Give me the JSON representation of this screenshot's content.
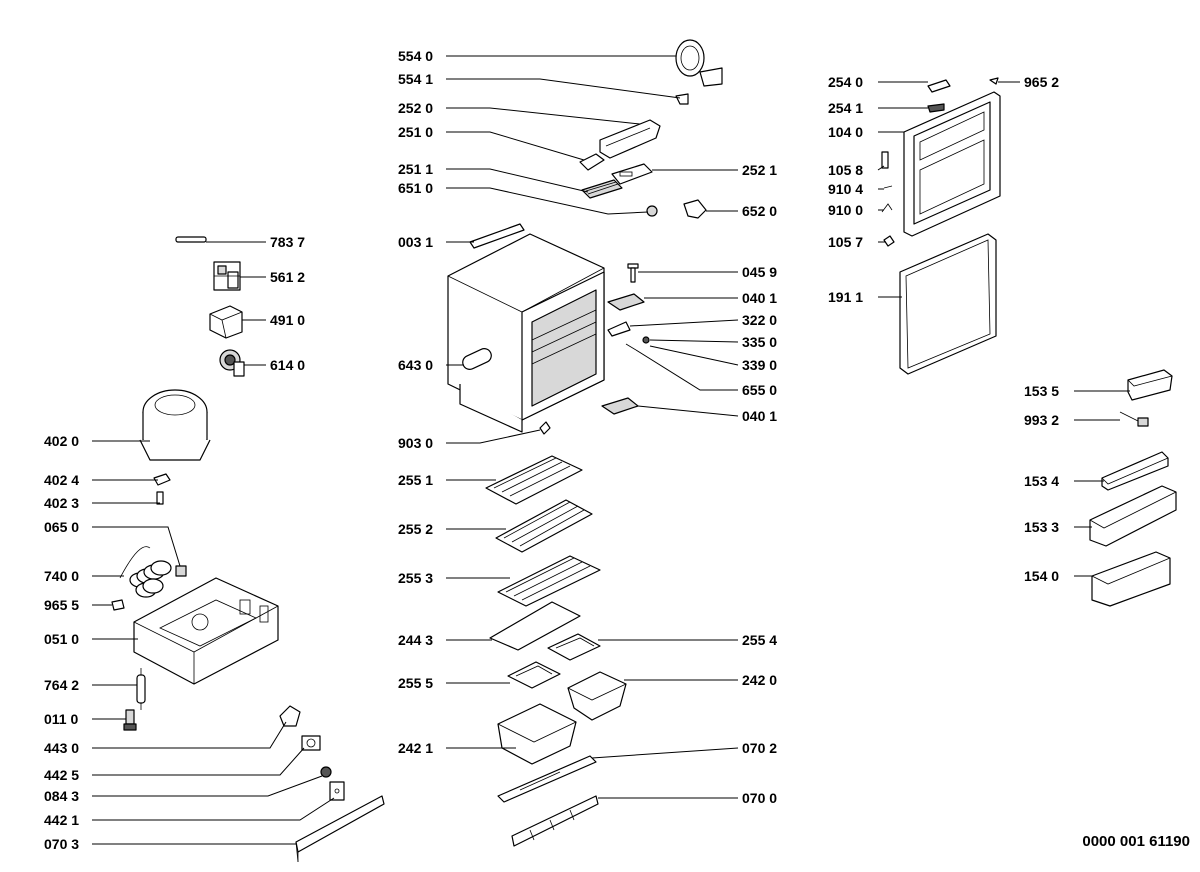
{
  "document_id": "0000 001 61190",
  "labels": {
    "p5540": "554 0",
    "p5541": "554 1",
    "p2520": "252 0",
    "p2510": "251 0",
    "p2511": "251 1",
    "p6510": "651 0",
    "p2521": "252 1",
    "p6520": "652 0",
    "p0031": "003 1",
    "p7837": "783 7",
    "p5612": "561 2",
    "p4910": "491 0",
    "p6140": "614 0",
    "p4020": "402 0",
    "p4024": "402 4",
    "p4023": "402 3",
    "p0650": "065 0",
    "p7400": "740 0",
    "p9655": "965 5",
    "p0510": "051 0",
    "p7642": "764 2",
    "p0110": "011 0",
    "p4430": "443 0",
    "p4425": "442 5",
    "p0843": "084 3",
    "p4421": "442 1",
    "p0703": "070 3",
    "p0459": "045 9",
    "p0401a": "040 1",
    "p3220": "322 0",
    "p3350": "335 0",
    "p6430": "643 0",
    "p3390": "339 0",
    "p6550": "655 0",
    "p0401b": "040 1",
    "p9030": "903 0",
    "p2551": "255 1",
    "p2552": "255 2",
    "p2553": "255 3",
    "p2443": "244 3",
    "p2554": "255 4",
    "p2555": "255 5",
    "p2420": "242 0",
    "p2421": "242 1",
    "p0702": "070 2",
    "p0700": "070 0",
    "p2540": "254 0",
    "p9652": "965 2",
    "p2541": "254 1",
    "p1040": "104 0",
    "p1058": "105 8",
    "p9104": "910 4",
    "p9100": "910 0",
    "p1057": "105 7",
    "p1911": "191 1",
    "p1535": "153 5",
    "p9932": "993 2",
    "p1534": "153 4",
    "p1533": "153 3",
    "p1540": "154 0"
  },
  "icons": {
    "thermostat": "thermostat-knob-icon",
    "compressor": "compressor-icon",
    "cabinet": "refrigerator-cabinet-icon",
    "door": "door-panel-icon",
    "gasket": "door-gasket-icon"
  }
}
